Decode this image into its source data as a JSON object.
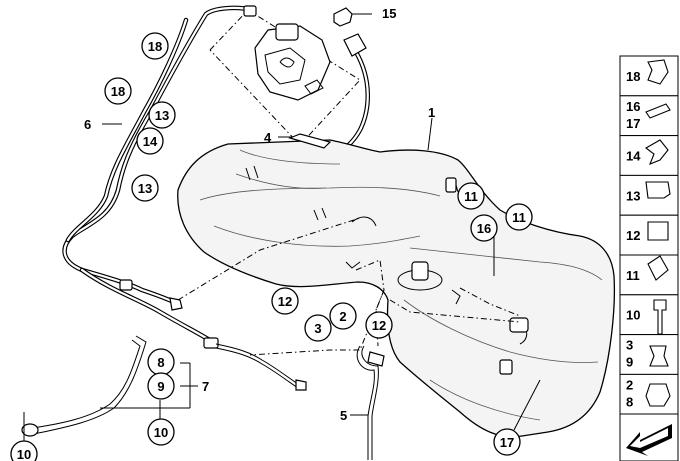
{
  "callouts": {
    "c18a": "18",
    "c18b": "18",
    "c13a": "13",
    "c14": "14",
    "c13b": "13",
    "c11a": "11",
    "c11b": "11",
    "c16": "16",
    "c12a": "12",
    "c2": "2",
    "c3": "3",
    "c12b": "12",
    "c8": "8",
    "c9": "9",
    "c10a": "10",
    "c10b": "10",
    "c17": "17"
  },
  "plain_labels": {
    "p15": "15",
    "p6": "6",
    "p4": "4",
    "p1": "1",
    "p7": "7",
    "p5": "5"
  },
  "legend": [
    {
      "numbers": [
        "18"
      ]
    },
    {
      "numbers": [
        "16",
        "17"
      ]
    },
    {
      "numbers": [
        "14"
      ]
    },
    {
      "numbers": [
        "13"
      ]
    },
    {
      "numbers": [
        "12"
      ]
    },
    {
      "numbers": [
        "11"
      ]
    },
    {
      "numbers": [
        "10"
      ]
    },
    {
      "numbers": [
        "3",
        "9"
      ]
    },
    {
      "numbers": [
        "2",
        "8"
      ]
    }
  ]
}
